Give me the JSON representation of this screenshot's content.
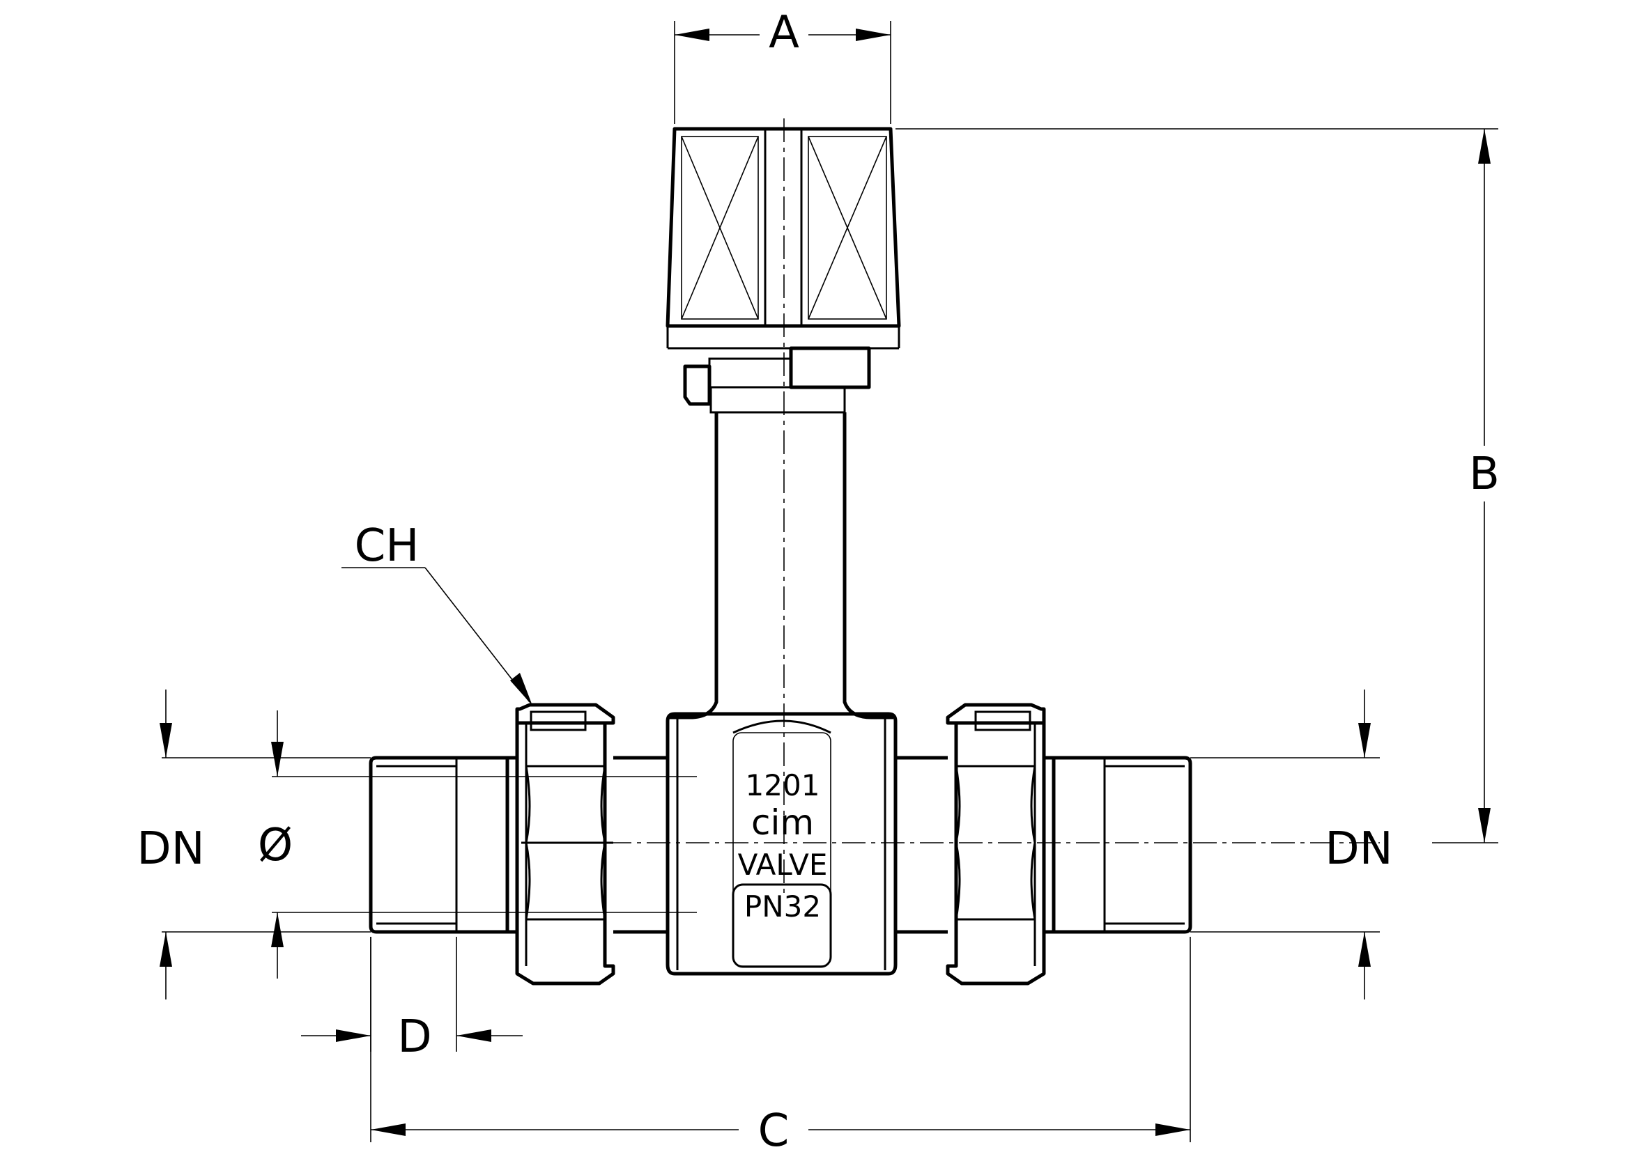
{
  "dimensions": {
    "a": "A",
    "b": "B",
    "c": "C",
    "d": "D",
    "ch": "CH",
    "dn_left": "DN",
    "dn_right": "DN",
    "diameter": "Ø"
  },
  "body_marking": {
    "model": "1201",
    "brand": "cim",
    "type": "VALVE",
    "pressure": "PN32"
  }
}
